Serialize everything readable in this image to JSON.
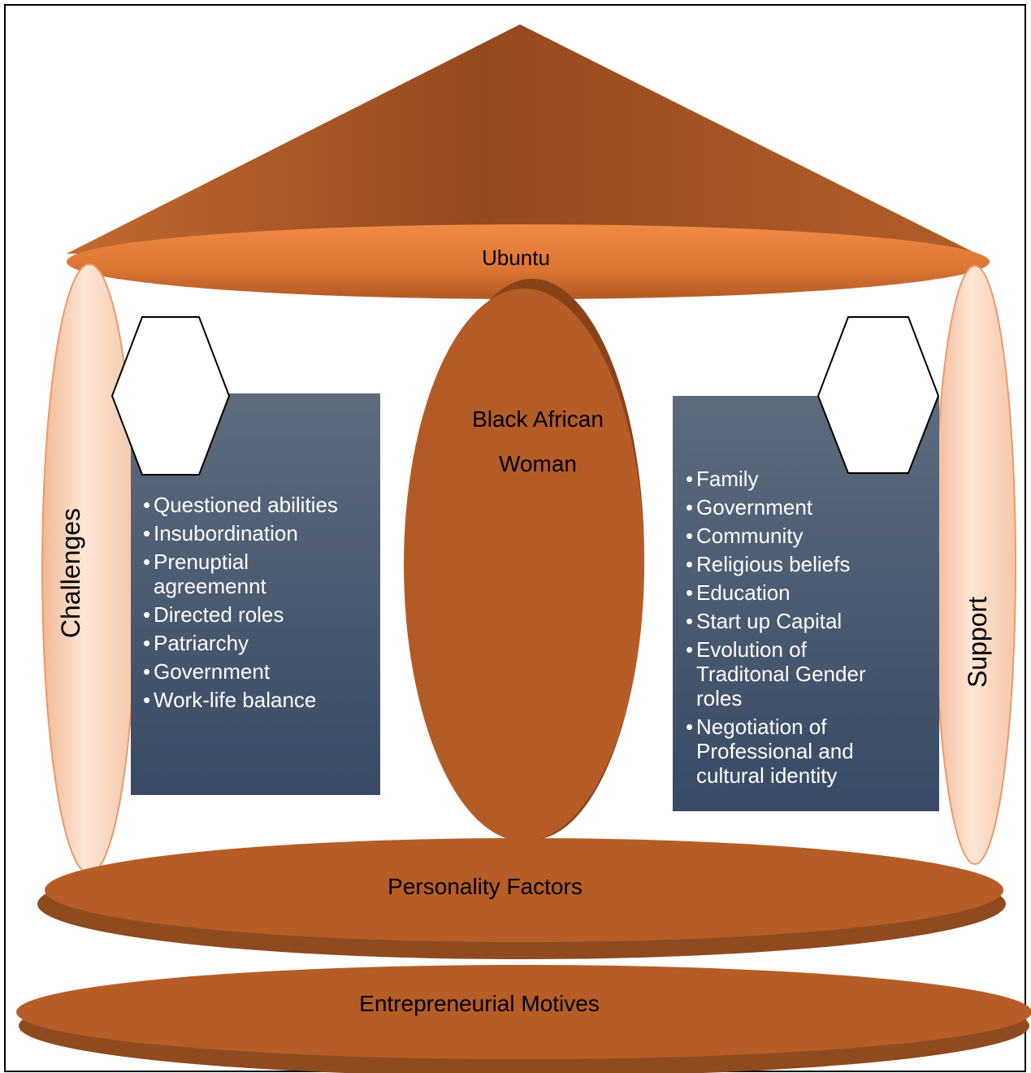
{
  "diagram": {
    "roof_label": "Ubuntu",
    "center_label_line1": "Black African",
    "center_label_line2": "Woman",
    "left_pillar_label": "Challenges",
    "right_pillar_label": "Support",
    "base_upper_label": "Personality Factors",
    "base_lower_label": "Entrepreneurial Motives",
    "challenges": [
      "Questioned abilities",
      "Insubordination",
      "Prenuptial agreemennt",
      "Directed roles",
      "Patriarchy",
      "Government",
      "Work-life balance"
    ],
    "support": [
      "Family",
      "Government",
      "Community",
      "Religious beliefs",
      "Education",
      "Start up Capital",
      "Evolution of Traditonal Gender roles",
      "Negotiation of Professional and cultural identity"
    ]
  },
  "colors": {
    "brown": "#b65d27",
    "brown_dark": "#8a4319",
    "roof_orange": "#e47a35",
    "pillar_light": "#f6c9ab",
    "panel_top": "#5d6b7d",
    "panel_bottom": "#384a64"
  }
}
